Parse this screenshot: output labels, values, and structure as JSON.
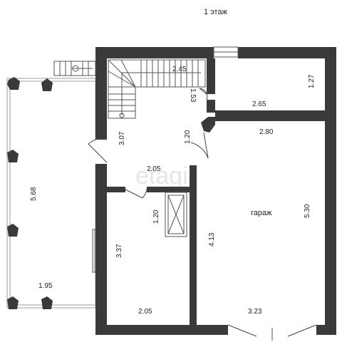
{
  "plan": {
    "floor_title": "1 этаж",
    "watermark": "etagi",
    "room_label": "гараж",
    "dimensions": {
      "stair_width": "2.45",
      "stair_side": "1.53",
      "storage_height": "1.27",
      "storage_width": "2.65",
      "hall_height": "3.07",
      "hall_diag": "1.20",
      "hall_width": "2.05",
      "closet": "1.20",
      "garage_top": "2.80",
      "garage_right": "5.30",
      "garage_left": "4.13",
      "garage_bottom": "3.23",
      "room_height": "3.37",
      "room_width": "2.05",
      "terrace_height": "5.68",
      "terrace_width": "1.95"
    },
    "colors": {
      "wall": "#3a3a3a",
      "terrace": "#bdbdbd",
      "text": "#222222"
    }
  }
}
